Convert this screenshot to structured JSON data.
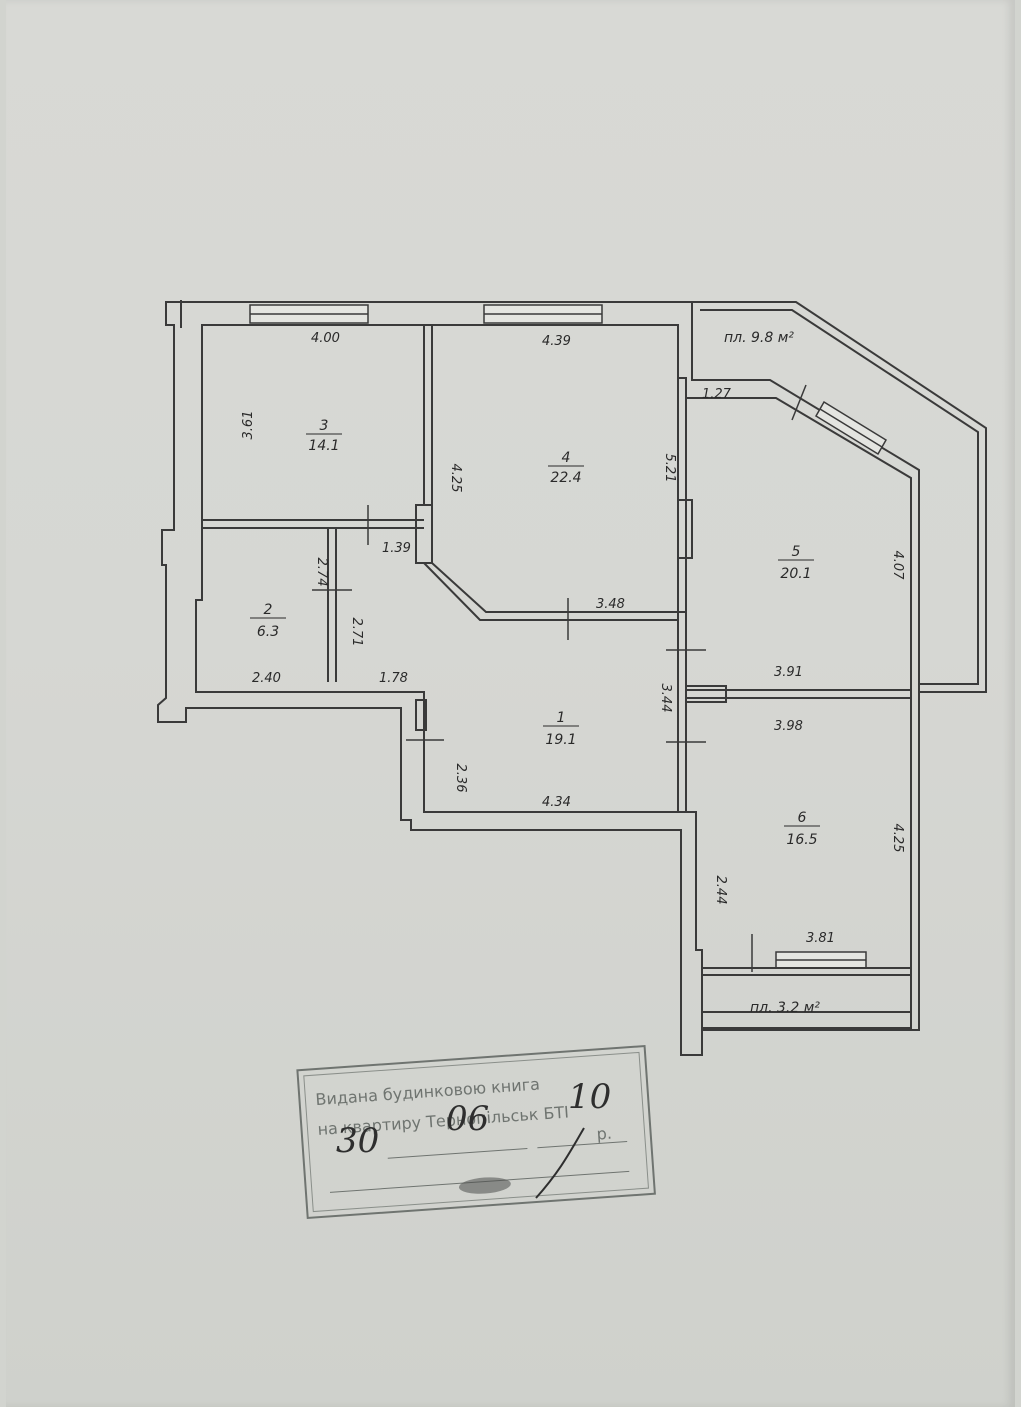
{
  "rooms": [
    {
      "id": "3",
      "number": "3",
      "area": "14.1"
    },
    {
      "id": "4",
      "number": "4",
      "area": "22.4"
    },
    {
      "id": "5",
      "number": "5",
      "area": "20.1"
    },
    {
      "id": "2",
      "number": "2",
      "area": "6.3"
    },
    {
      "id": "1",
      "number": "1",
      "area": "19.1"
    },
    {
      "id": "6",
      "number": "6",
      "area": "16.5"
    }
  ],
  "dimensions": {
    "d_4_00": "4.00",
    "d_4_39": "4.39",
    "d_3_61": "3.61",
    "d_4_25a": "4.25",
    "d_5_21": "5.21",
    "d_1_27": "1.27",
    "d_1_39": "1.39",
    "d_2_74": "2.74",
    "d_2_71": "2.71",
    "d_3_48": "3.48",
    "d_4_07": "4.07",
    "d_2_40": "2.40",
    "d_1_78": "1.78",
    "d_3_91": "3.91",
    "d_3_44": "3.44",
    "d_3_98": "3.98",
    "d_2_36": "2.36",
    "d_4_34": "4.34",
    "d_4_25b": "4.25",
    "d_2_44": "2.44",
    "d_3_81": "3.81"
  },
  "balconies": {
    "upper": "пл. 9.8 м²",
    "lower": "пл. 3.2 м²"
  },
  "stamp": {
    "line1": "Видана будинковою книга",
    "line2": "на квартиру Тернопільськ БТІ",
    "handwritten_day": "30",
    "handwritten_month": "06",
    "handwritten_year": "10",
    "year_suffix": "р."
  },
  "colors": {
    "ink": "#2a2a2a",
    "wall": "#3a3a3a",
    "stamp": "#6f7470",
    "paper": "#d6d7d3"
  }
}
